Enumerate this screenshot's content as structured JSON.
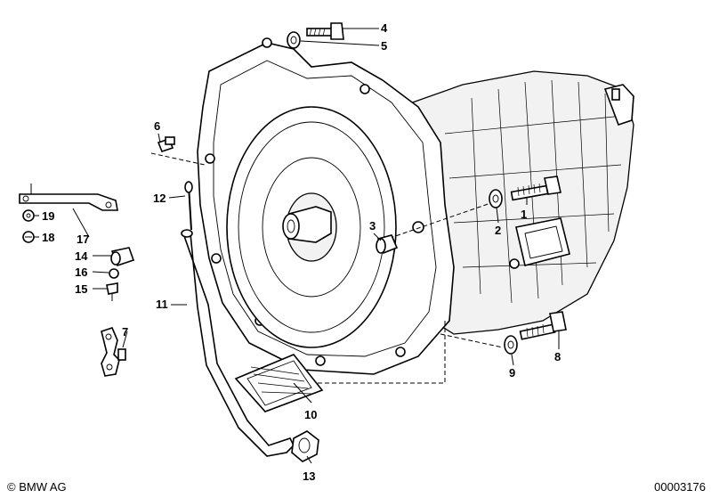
{
  "callouts": [
    "1",
    "2",
    "3",
    "4",
    "5",
    "6",
    "7",
    "8",
    "9",
    "10",
    "11",
    "12",
    "13",
    "14",
    "15",
    "16",
    "17",
    "18",
    "19"
  ],
  "footer": {
    "copyright": "© BMW AG",
    "drawing_number": "00003176"
  }
}
